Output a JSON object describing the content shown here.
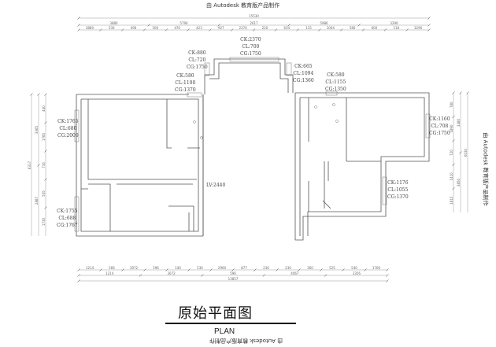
{
  "watermark": "由 Autodesk 教育版产品制作",
  "title": "原始平面图",
  "subtitle": "PLAN",
  "windows": [
    {
      "id": "w-top-center",
      "text": [
        "CK:2370",
        "CL:700",
        "CG:1750"
      ]
    },
    {
      "id": "w-top-left",
      "text": [
        "CK:880",
        "CL:720",
        "CG:1750"
      ]
    },
    {
      "id": "w-left-upper",
      "text": [
        "CK:580",
        "CL:1100",
        "CG:1370"
      ]
    },
    {
      "id": "w-top-right",
      "text": [
        "CK:665",
        "CL:1094",
        "CG:1360"
      ]
    },
    {
      "id": "w-right-upper",
      "text": [
        "CK:580",
        "CL:1155",
        "CG:1350"
      ]
    },
    {
      "id": "w-left-bedroom",
      "text": [
        "CK:1765",
        "CL:680",
        "CG:2000"
      ]
    },
    {
      "id": "w-left-lower",
      "text": [
        "CK:1755",
        "CL:688",
        "CG:1767"
      ]
    },
    {
      "id": "w-right-bedroom",
      "text": [
        "CK:1160",
        "CL:708",
        "CG:1750"
      ]
    },
    {
      "id": "w-right-lower",
      "text": [
        "CK:1176",
        "CL:1055",
        "CG:1370"
      ]
    }
  ],
  "beam_label": "LV:2440",
  "dimensions": {
    "top_total": "15530",
    "top_row2": [
      "3880",
      "5790",
      "2617",
      "5986",
      "3290"
    ],
    "top_row3": [
      "3880",
      "536",
      "490",
      "500",
      "470",
      "423",
      "927",
      "2370",
      "220",
      "634",
      "115",
      "1004",
      "580",
      "600",
      "118",
      "3290"
    ],
    "bottom_row1": [
      "1214",
      "566",
      "3072",
      "596",
      "140",
      "530",
      "2960",
      "877",
      "236",
      "230",
      "360",
      "525",
      "540",
      "1760"
    ],
    "bottom_row2": [
      "1214",
      "3072",
      "596",
      "4067",
      "3356"
    ],
    "bottom_total": "13857",
    "left_total": "6317",
    "left_row2": [
      "3365",
      "2887"
    ],
    "left_row3": [
      "440",
      "1760",
      "716",
      "535",
      "1730"
    ],
    "right_total": "6030",
    "right_row2": [
      "3480",
      "3850"
    ],
    "right_row3": [
      "780",
      "1890",
      "720",
      "1410",
      "1815"
    ]
  }
}
